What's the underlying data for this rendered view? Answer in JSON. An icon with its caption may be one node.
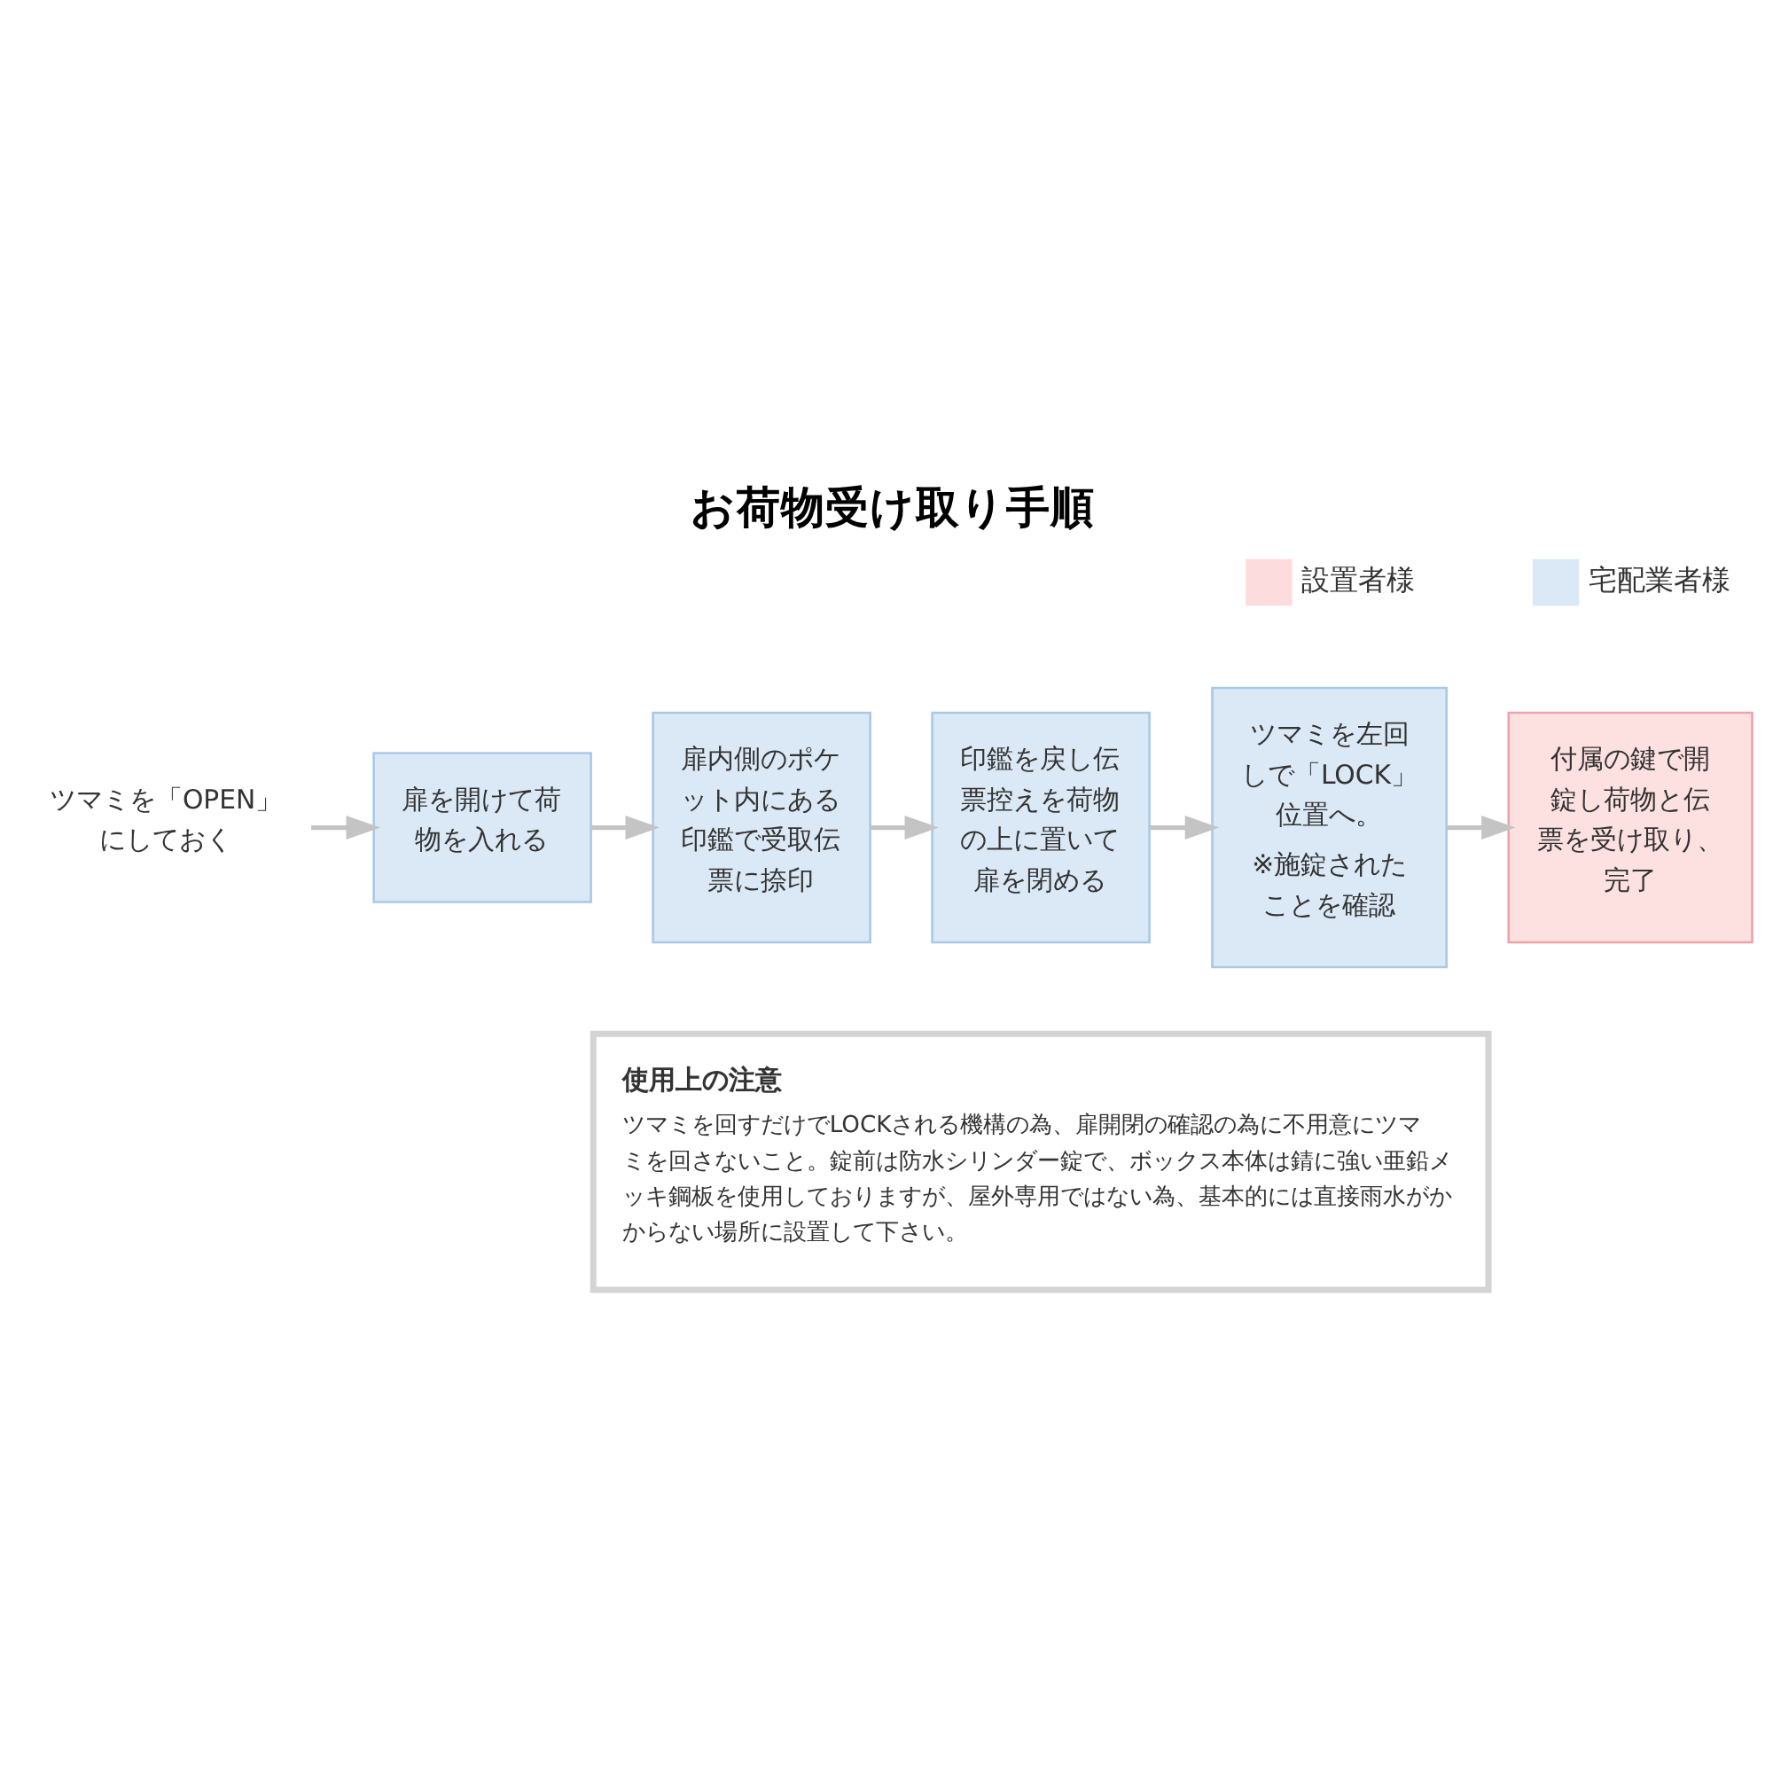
{
  "diagram": {
    "title": "お荷物受け取り手順",
    "nodes": [
      {
        "text": [
          "ツマミを「OPEN」にしておく"
        ]
      },
      {
        "text": [
          "扉を開けて荷物を入れる"
        ]
      },
      {
        "text": [
          "扉内側のポケット内にある印鑑で受取伝票に捺印"
        ]
      },
      {
        "text": [
          "印鑑を戻し伝票控えを荷物の上に置いて扉を閉める"
        ]
      },
      {
        "text": [
          "ツマミを左回しで「LOCK」位置へ。",
          "※施錠されたことを確認"
        ]
      },
      {
        "text": [
          "付属の鍵で開錠し荷物と伝票を受け取り、完了"
        ]
      },
      {
        "text": [
          "使用上の注意",
          "ツマミを回すだけでLOCKされる機構の為、扉開閉の確認の為に不用意にツマミを回さないこと。錠前は防水シリンダー錠で、ボックス本体は錆に強い亜鉛メッキ鋼板を使用しておりますが、屋外専用ではない為、基本的には直接雨水がかからない場所に設置して下さい。"
        ]
      }
    ],
    "edges": [
      {
        "from": 0,
        "to": 1,
        "arrow": "to"
      },
      {
        "from": 1,
        "to": 2,
        "arrow": "to"
      },
      {
        "from": 2,
        "to": 3,
        "arrow": "to"
      },
      {
        "from": 3,
        "to": 4,
        "arrow": "to"
      },
      {
        "from": 4,
        "to": 5,
        "arrow": "to"
      }
    ],
    "legend": [
      {
        "text": "設置者様",
        "color": "#fcdcdc"
      },
      {
        "text": "宅配業者様",
        "color": "#dbe9f6"
      }
    ]
  }
}
